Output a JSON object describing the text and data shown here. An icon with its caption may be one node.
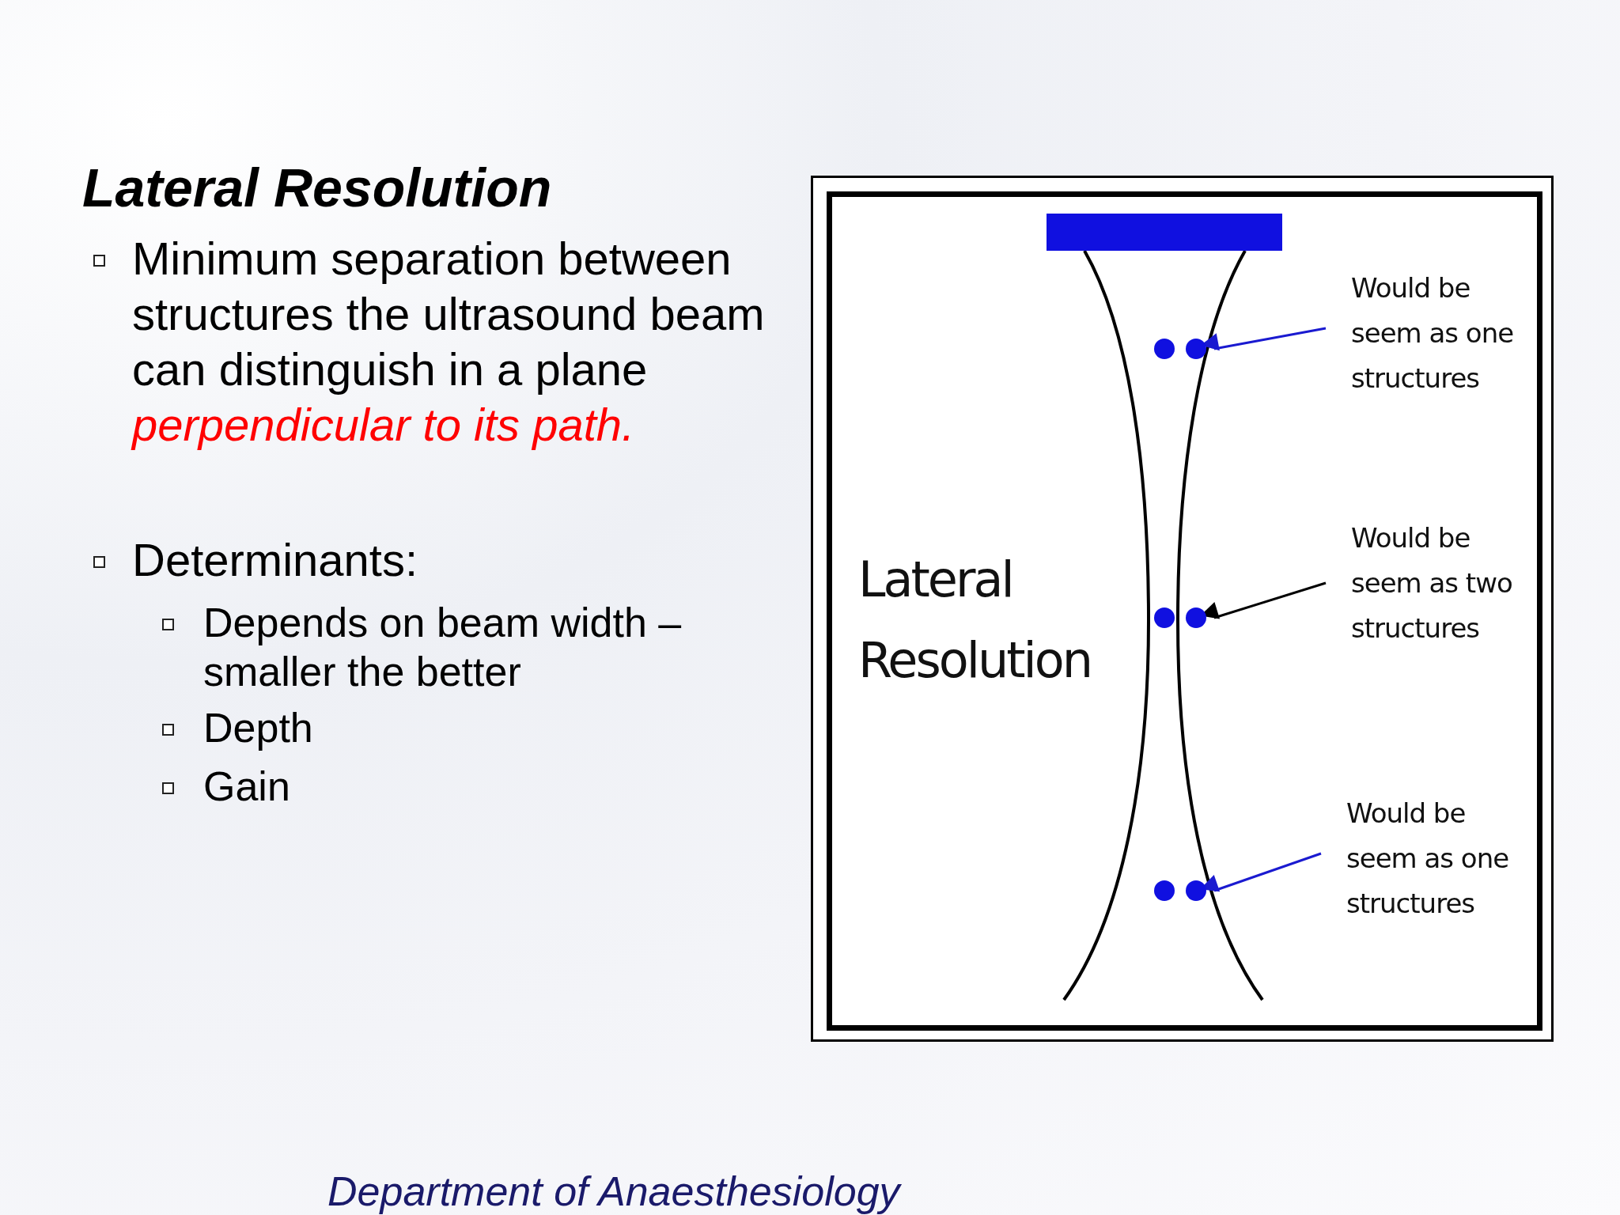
{
  "diagram": {
    "title": "Lateral Resolution",
    "caption": "Department of Anaesthesiology",
    "nodes": [
      {
        "text": [],
        "shape": "bar"
      },
      {
        "text": [
          "Would be seem as one structures"
        ]
      },
      {
        "text": [],
        "shape": "circle"
      },
      {
        "text": [
          "Would be seem as two structures"
        ]
      },
      {
        "text": [],
        "shape": "circle"
      },
      {
        "text": [
          "Would be seem as one structures"
        ]
      },
      {
        "text": [],
        "shape": "circle"
      }
    ],
    "edges": [
      {
        "from": 1,
        "to": 2,
        "arrow": "to",
        "color": "#1a1ad0"
      },
      {
        "from": 3,
        "to": 4,
        "arrow": "to",
        "color": "#000000"
      },
      {
        "from": 5,
        "to": 6,
        "arrow": "to",
        "color": "#1a1ad0"
      }
    ],
    "labels": [
      "Minimum separation  between structures the ultrasound beam can distinguish in a plane *perpendicular to  its path.*",
      "Determinants:",
      "Depends on beam width – smaller the better",
      "Depth",
      "Gain",
      "Lateral Resolution"
    ]
  }
}
